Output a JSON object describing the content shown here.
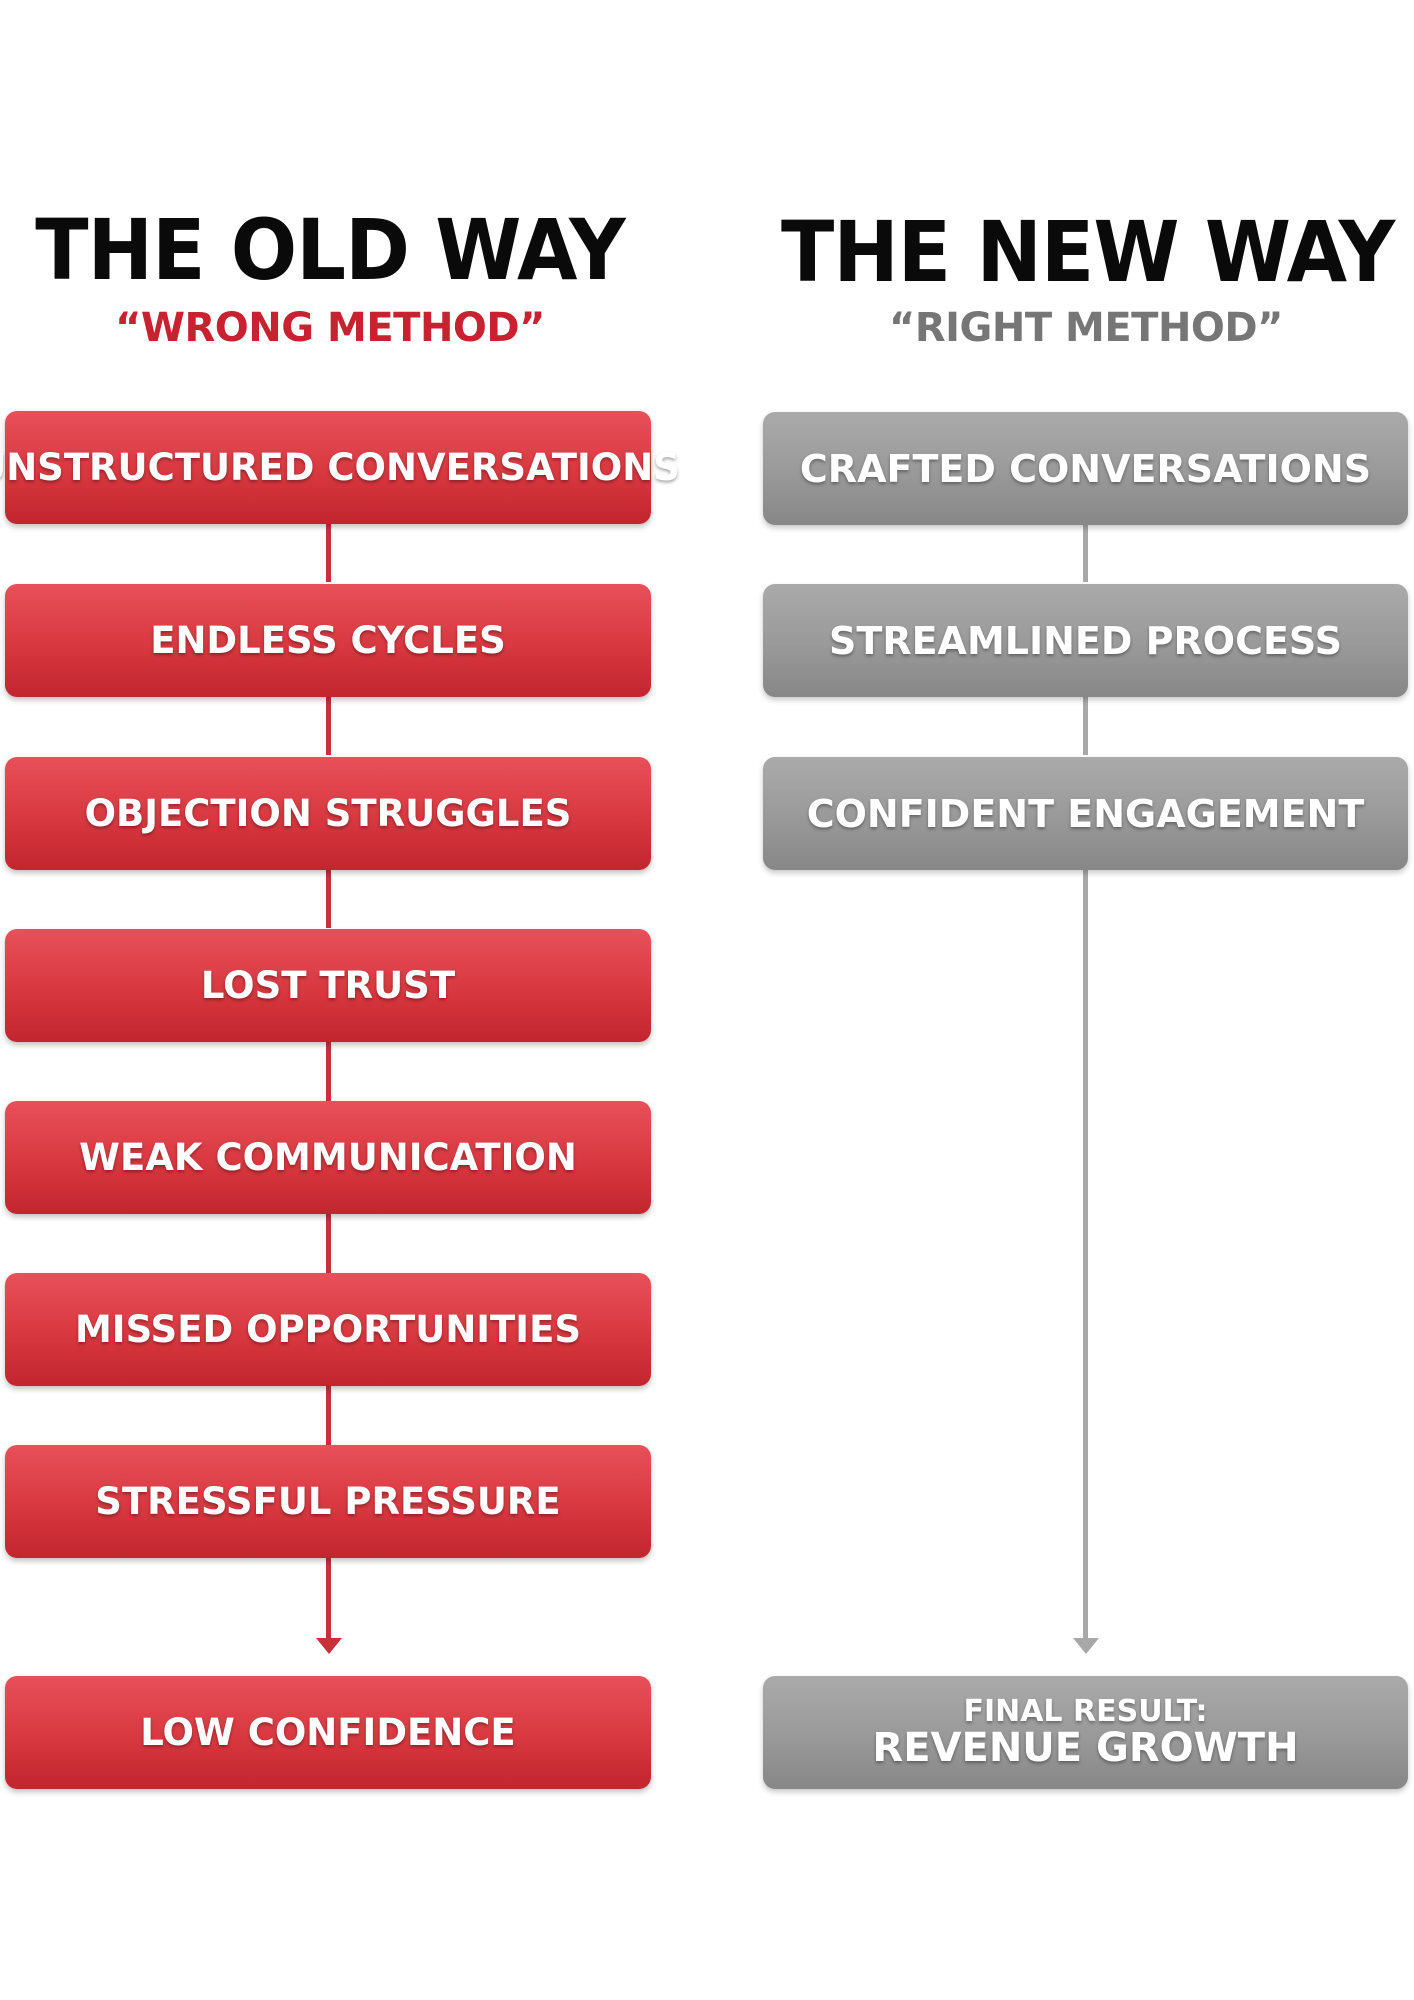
{
  "old_way": {
    "title": "THE OLD WAY",
    "subtitle": "“WRONG METHOD”",
    "steps": [
      "UNSTRUCTURED CONVERSATIONS",
      "ENDLESS CYCLES",
      "OBJECTION STRUGGLES",
      "LOST TRUST",
      "WEAK COMMUNICATION",
      "MISSED OPPORTUNITIES",
      "STRESSFUL PRESSURE"
    ],
    "result": "LOW CONFIDENCE"
  },
  "new_way": {
    "title": "THE NEW WAY",
    "subtitle": "“RIGHT METHOD”",
    "steps": [
      "CRAFTED CONVERSATIONS",
      "STREAMLINED PROCESS",
      "CONFIDENT ENGAGEMENT"
    ],
    "result_label": "FINAL RESULT:",
    "result": "REVENUE GROWTH"
  },
  "colors": {
    "old_accent": "#c8212f",
    "new_accent": "#767676"
  }
}
